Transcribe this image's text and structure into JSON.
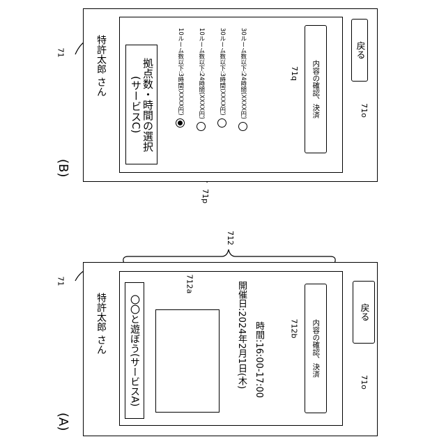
{
  "refs": {
    "r71_a": "71",
    "r71_b": "71",
    "r71o_a": "71o",
    "r71o_b": "71o",
    "r712": "712",
    "r712a": "712a",
    "r712b": "712b",
    "r71q": "71q",
    "r71p": "71p"
  },
  "panel_a": {
    "label": "(A)",
    "user": "特許太郎 さん",
    "title": "〇〇と遊ぼう(サービスA)",
    "date": "開催日:2024年2月1日(木)",
    "time": "時間:16:00-17:00",
    "confirm": "内容の確認、決済",
    "back": "戻る"
  },
  "panel_b": {
    "label": "(B)",
    "user": "特許太郎 さん",
    "title_line1": "拠点数・時間の選択",
    "title_line2": "(サービスC)",
    "options": [
      "10ルーム数以下:3時間(XXXX円)",
      "10ルーム数以下:24時間(XXXX円)",
      "30ルーム数以下:3時間(XXXX円)",
      "30ルーム数以下:24時間(XXXX円)"
    ],
    "selected_index": 0,
    "confirm": "内容の確認、決済",
    "back": "戻る"
  }
}
